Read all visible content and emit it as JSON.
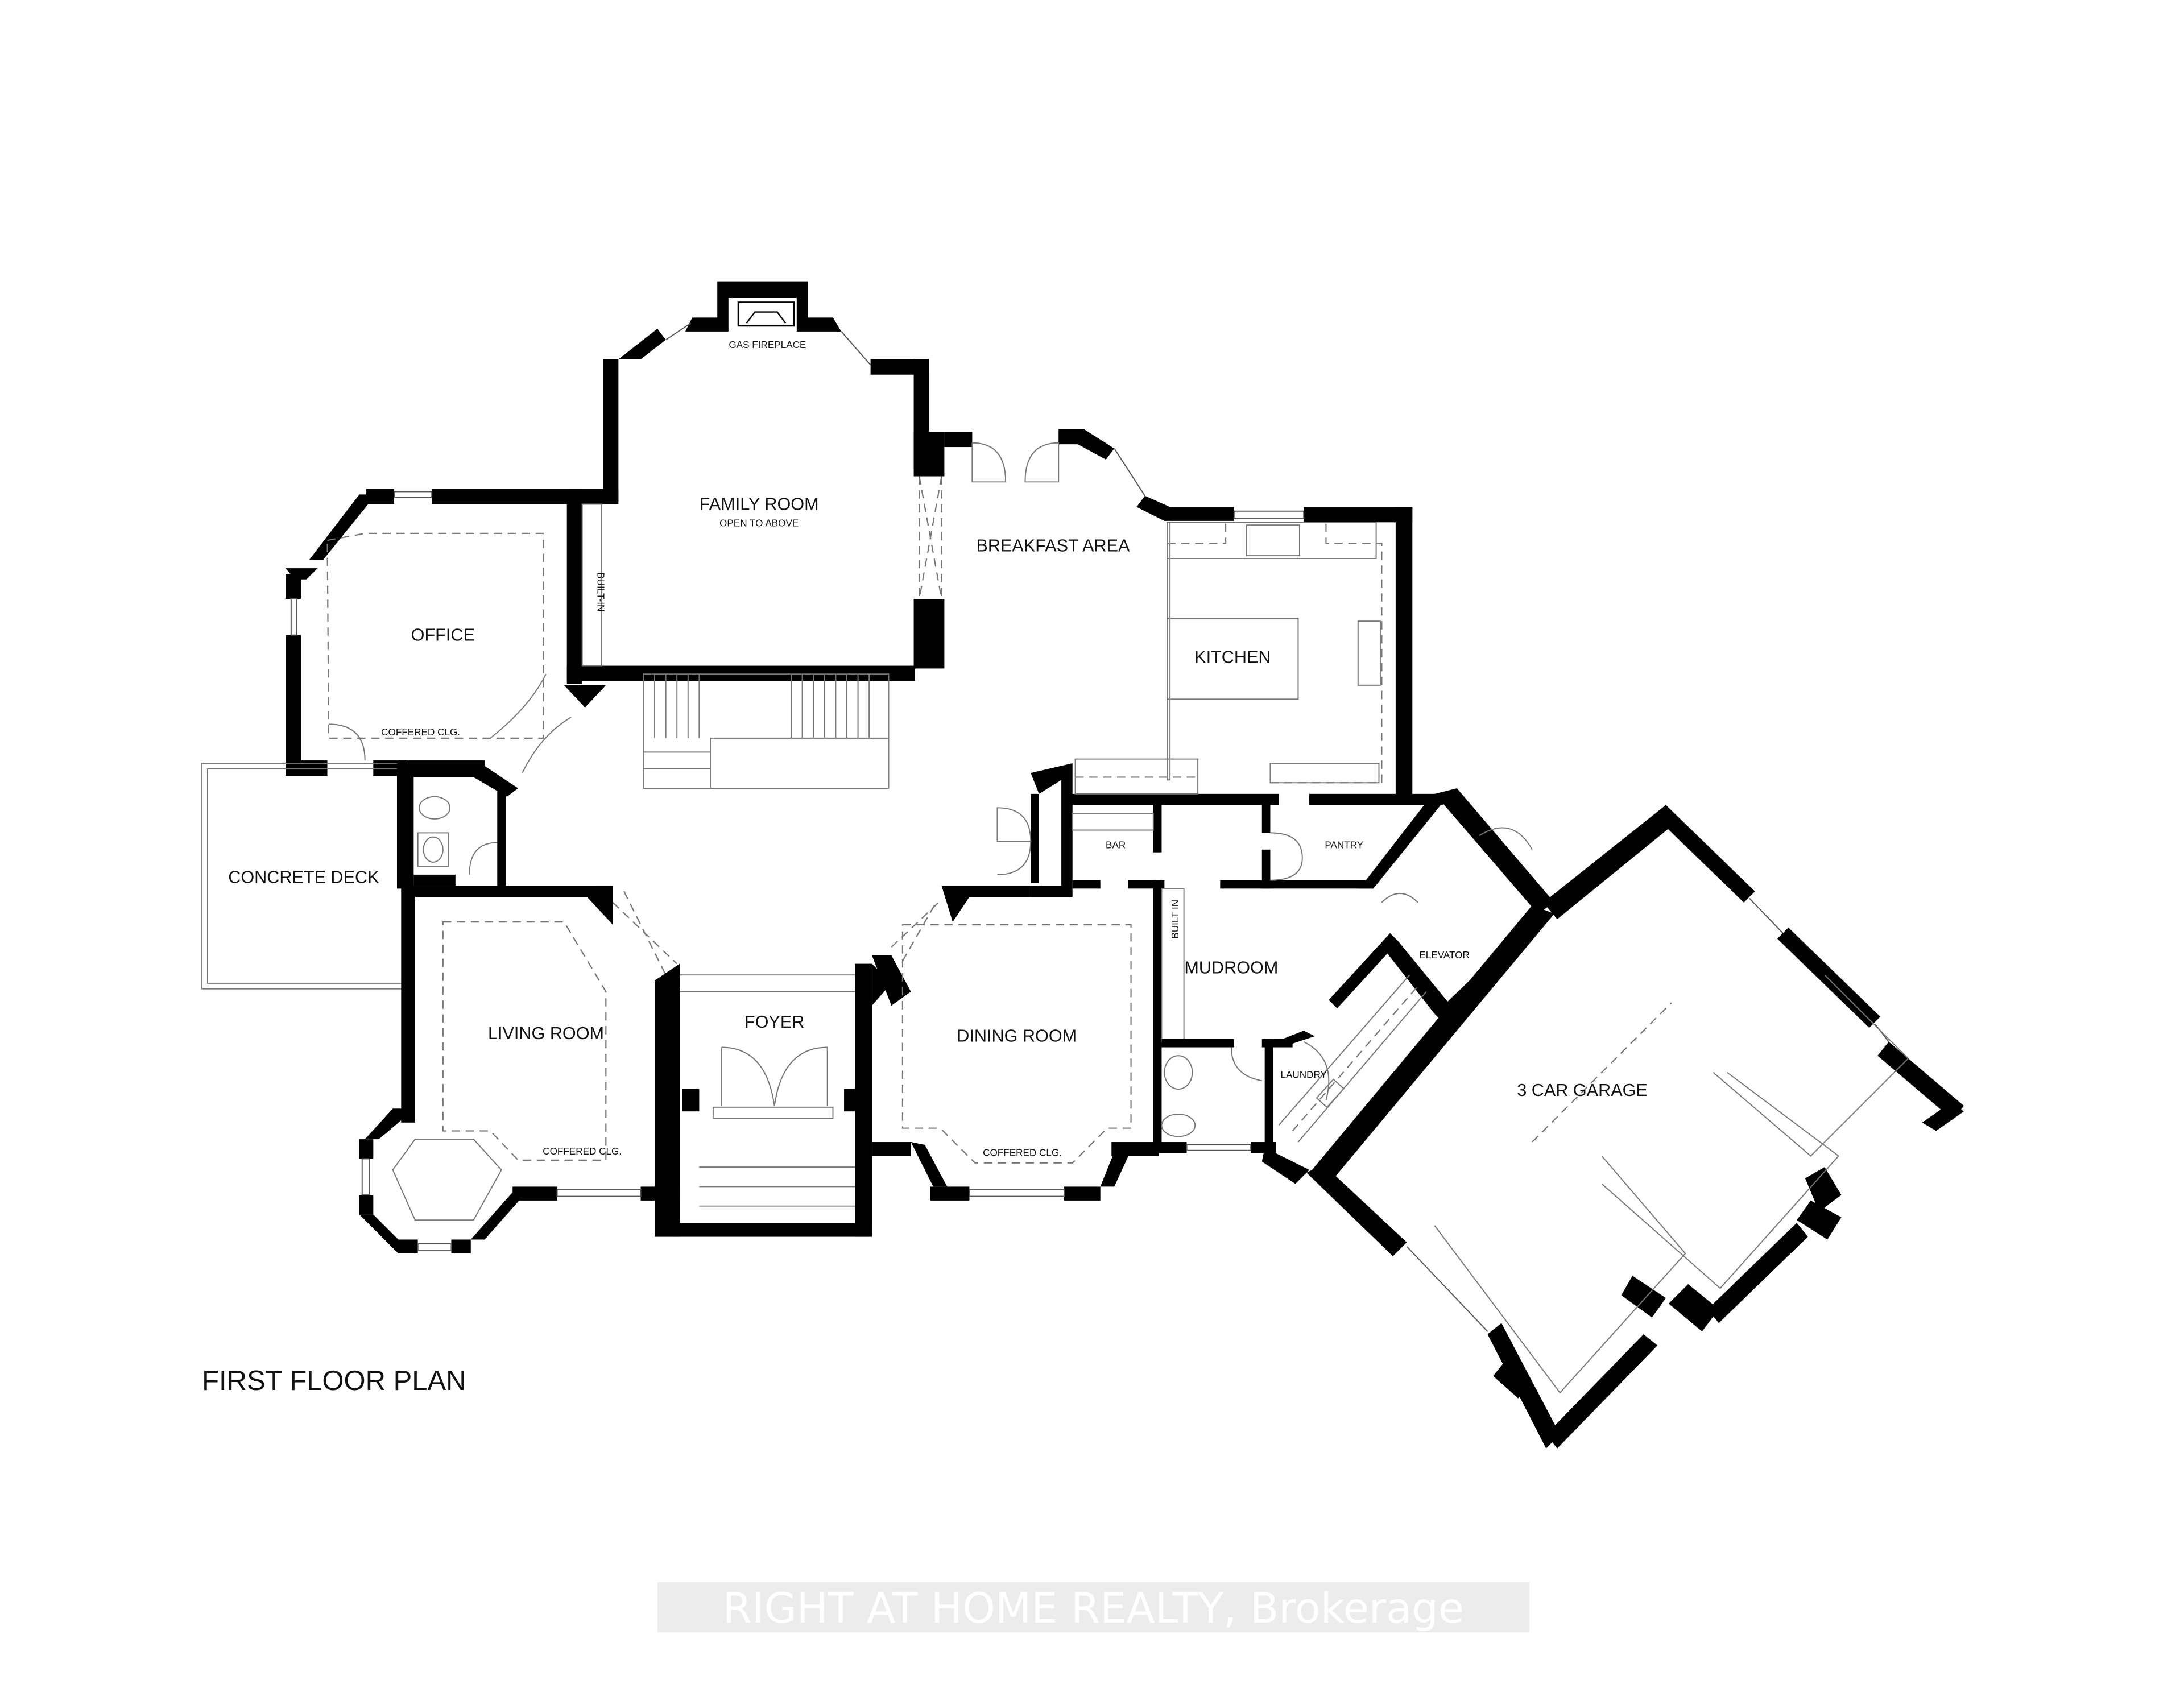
{
  "plan": {
    "title": "FIRST FLOOR PLAN",
    "rooms": {
      "family_room": {
        "name": "FAMILY ROOM",
        "note": "OPEN TO ABOVE"
      },
      "gas_fireplace": "GAS FIREPLACE",
      "breakfast_area": "BREAKFAST AREA",
      "kitchen": "KITCHEN",
      "office": "OFFICE",
      "office_ceiling": "COFFERED CLG.",
      "built_in_family": "BUILT-IN",
      "concrete_deck": "CONCRETE DECK",
      "living_room": "LIVING ROOM",
      "living_ceiling": "COFFERED CLG.",
      "foyer": "FOYER",
      "dining_room": "DINING ROOM",
      "dining_ceiling": "COFFERED CLG.",
      "bar": "BAR",
      "pantry": "PANTRY",
      "built_in_mudroom": "BUILT IN",
      "mudroom": "MUDROOM",
      "elevator": "ELEVATOR",
      "laundry": "LAUNDRY",
      "garage": "3 CAR GARAGE"
    }
  },
  "watermark": "RIGHT AT HOME REALTY, Brokerage",
  "colors": {
    "wall": "#000000",
    "background": "#ffffff",
    "watermark": "#ffffff"
  }
}
